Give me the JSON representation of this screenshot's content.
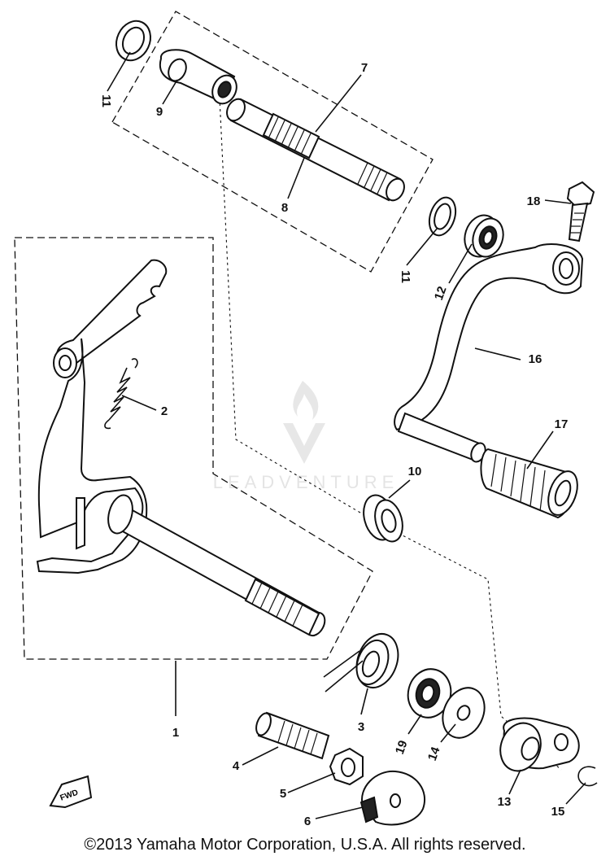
{
  "watermark": {
    "brand": "LEADVENTURE"
  },
  "callouts": {
    "c1": "1",
    "c2": "2",
    "c3": "3",
    "c4": "4",
    "c5": "5",
    "c6": "6",
    "c7": "7",
    "c8": "8",
    "c9": "9",
    "c10": "10",
    "c11a": "11",
    "c11b": "11",
    "c12": "12",
    "c13": "13",
    "c14": "14",
    "c15": "15",
    "c16": "16",
    "c17": "17",
    "c18": "18",
    "c19": "19"
  },
  "direction_badge": "FWD",
  "copyright": "©2013 Yamaha Motor Corporation, U.S.A. All rights reserved."
}
